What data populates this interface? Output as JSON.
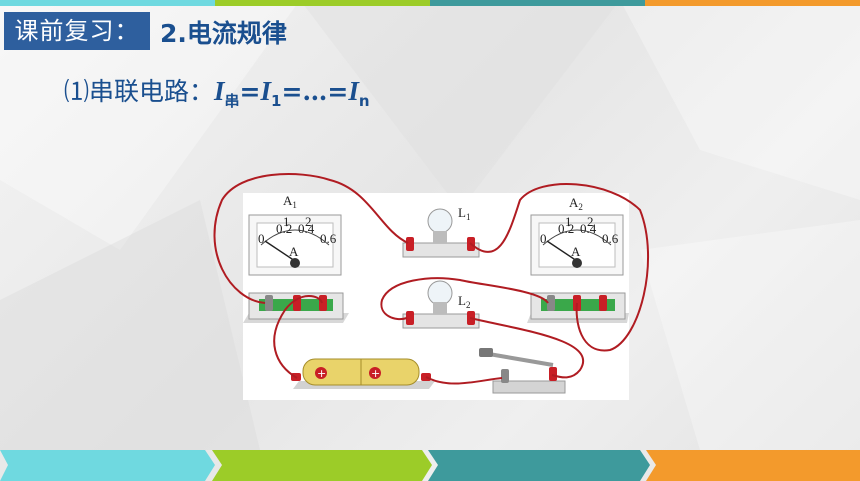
{
  "header": {
    "badge": "课前复习：",
    "title": "2.电流规律"
  },
  "formula": {
    "lead": "⑴串联电路：",
    "i_series": "I",
    "sub_series": "串",
    "eq1": "=",
    "i_1": "I",
    "sub_1": "1",
    "eq_dots": "=…=",
    "i_n": "I",
    "sub_n": "n"
  },
  "circuit": {
    "ammeter1": {
      "name": "A",
      "sub": "1",
      "unit": "A",
      "ticks": [
        "0",
        "0.2",
        "0.4",
        "0.6"
      ],
      "big_ticks": [
        "1",
        "2"
      ]
    },
    "ammeter2": {
      "name": "A",
      "sub": "2",
      "unit": "A",
      "ticks": [
        "0",
        "0.2",
        "0.4",
        "0.6"
      ],
      "big_ticks": [
        "1",
        "2"
      ]
    },
    "lamp1": {
      "name": "L",
      "sub": "1"
    },
    "lamp2": {
      "name": "L",
      "sub": "2"
    },
    "battery_sign": "+"
  },
  "colors": {
    "accent_blue": "#2e5f9e",
    "text_blue": "#1a4f8f",
    "wire_red": "#b01c22",
    "bar_cyan": "#6fd9e0",
    "bar_green": "#9ccc28",
    "bar_teal": "#3e9a9c",
    "bar_orange": "#f39a2c"
  }
}
